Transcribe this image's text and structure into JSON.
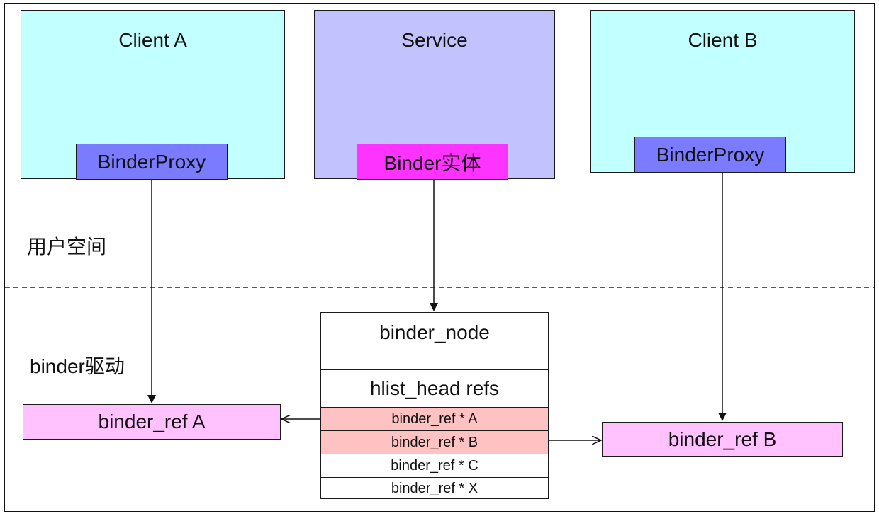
{
  "user_space": {
    "label": "用户空间",
    "client_a": {
      "title": "Client A",
      "proxy": "BinderProxy"
    },
    "service": {
      "title": "Service",
      "entity": "Binder实体"
    },
    "client_b": {
      "title": "Client B",
      "proxy": "BinderProxy"
    }
  },
  "driver": {
    "label": "binder驱动",
    "ref_a": "binder_ref A",
    "ref_b": "binder_ref B",
    "node": {
      "title": "binder_node",
      "refs_header": "hlist_head refs",
      "rows": [
        "binder_ref * A",
        "binder_ref * B",
        "binder_ref * C",
        "binder_ref * X"
      ]
    }
  },
  "colors": {
    "client_bg": "#c2ffff",
    "service_bg": "#c2c2ff",
    "proxy_bg": "#7b7bff",
    "entity_bg": "#ff33ff",
    "ref_bg": "#ffc2ff",
    "highlight_row": "#ffc2c2"
  }
}
